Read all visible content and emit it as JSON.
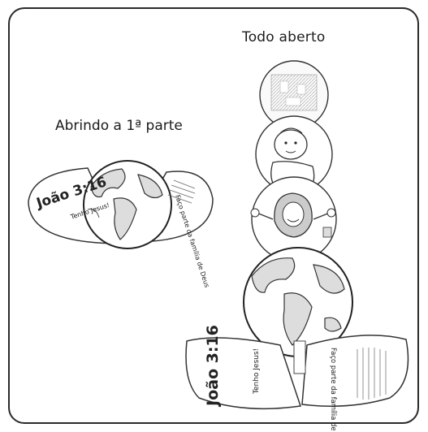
{
  "labels": {
    "todo_aberto": "Todo aberto",
    "abrindo": "Abrindo a 1ª parte"
  },
  "left_craft": {
    "verse": "João 3:16",
    "tenho": "Tenho Jesus!",
    "faco": "Faço parte da família de Deus"
  },
  "bottom_craft": {
    "verse": "João 3:16",
    "tenho": "Tenho Jesus!",
    "faco": "Faço parte da família de Deus"
  },
  "colors": {
    "border": "#2a2a2a",
    "ink": "#222222",
    "paper": "#ffffff"
  }
}
